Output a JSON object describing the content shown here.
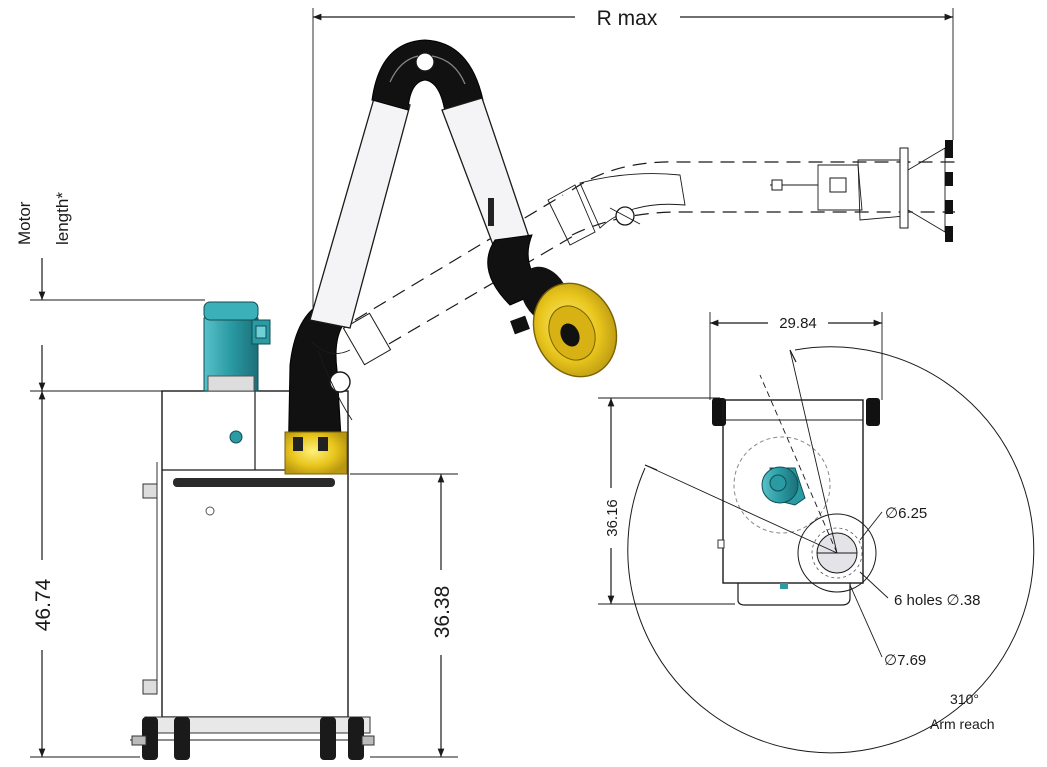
{
  "labels": {
    "r_max": "R max",
    "motor_length_1": "Motor",
    "motor_length_2": "length*",
    "height_total": "46.74",
    "height_table": "36.38",
    "width_top": "29.84",
    "depth_side": "36.16",
    "dia_625": "∅6.25",
    "holes": "6 holes  ∅.38",
    "dia_769": "∅7.69",
    "reach_angle": "310°",
    "reach_text": "Arm reach"
  },
  "colors": {
    "motor_teal": "#2a9aa3",
    "motor_teal_dark": "#1b6f78",
    "hood_yellow": "#e8c51c",
    "hood_yellow_dark": "#b89712",
    "hose_black": "#111111",
    "tube_white": "#f4f4f6"
  }
}
